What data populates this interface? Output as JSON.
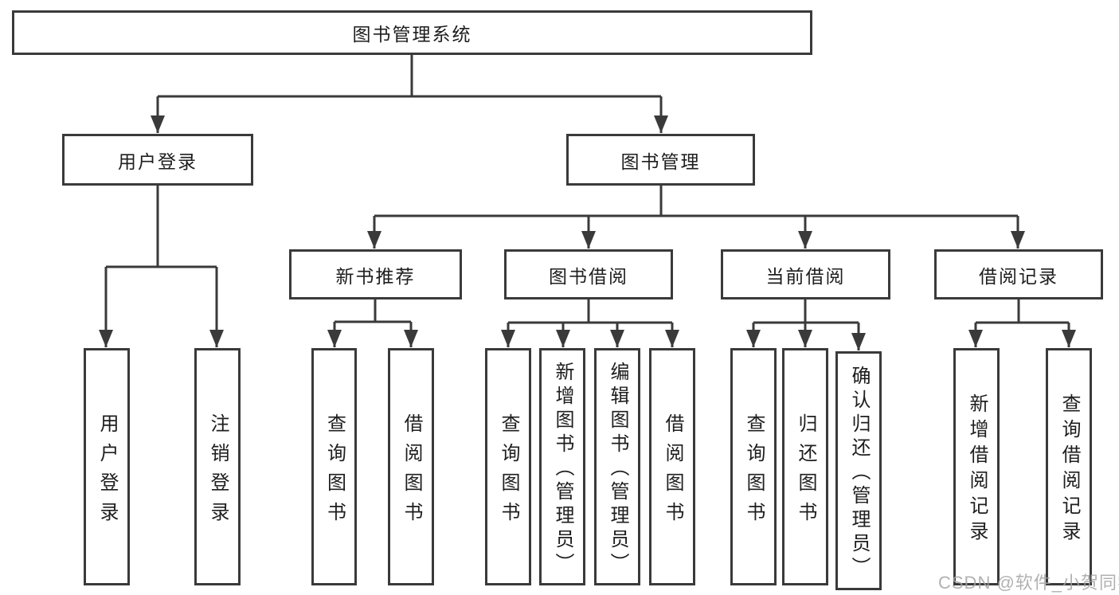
{
  "diagram": {
    "title": "图书管理系统",
    "branches": {
      "user_login": {
        "label": "用户登录",
        "children": [
          "用户登录",
          "注销登录"
        ]
      },
      "book_management": {
        "label": "图书管理",
        "sections": {
          "new_book_recommend": {
            "label": "新书推荐",
            "children": [
              "查询图书",
              "借阅图书"
            ]
          },
          "book_borrow": {
            "label": "图书借阅",
            "children": [
              "查询图书",
              "新增图书（管理员）",
              "编辑图书（管理员）",
              "借阅图书"
            ]
          },
          "current_borrow": {
            "label": "当前借阅",
            "children": [
              "查询图书",
              "归还图书",
              "确认归还（管理员）"
            ]
          },
          "borrow_records": {
            "label": "借阅记录",
            "children": [
              "新增借阅记录",
              "查询借阅记录"
            ]
          }
        }
      }
    },
    "colors": {
      "line": "#3a3a3a",
      "box_border": "#3a3a3a",
      "text": "#1e1e1e",
      "watermark": "#a3a3a3"
    }
  },
  "watermark": "CSDN @软件_小贺同学"
}
